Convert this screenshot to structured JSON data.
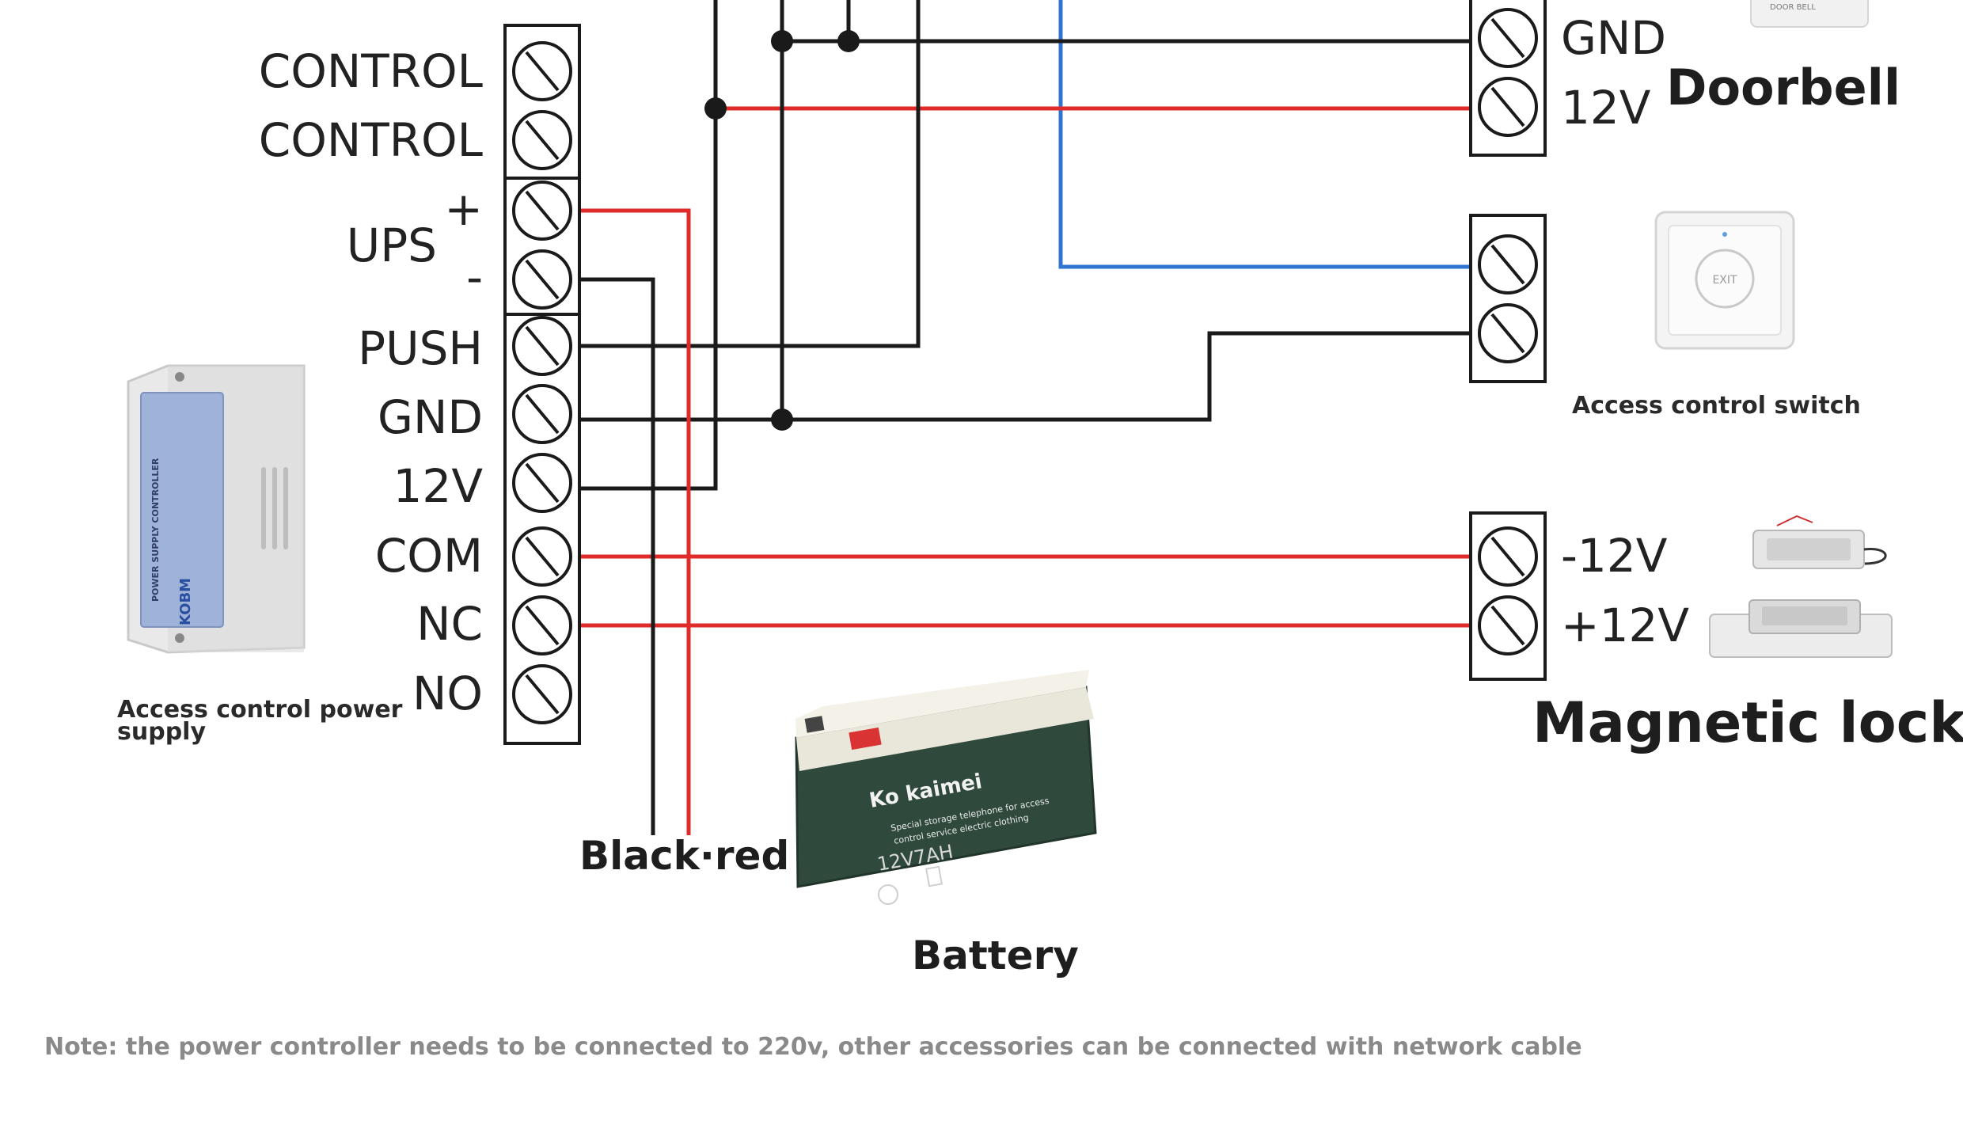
{
  "controller": {
    "terminals": [
      {
        "id": "control1",
        "label": "CONTROL"
      },
      {
        "id": "control2",
        "label": "CONTROL"
      },
      {
        "id": "ups_plus",
        "label": "+"
      },
      {
        "id": "ups_minus",
        "label": "-"
      },
      {
        "id": "push",
        "label": "PUSH"
      },
      {
        "id": "gnd",
        "label": "GND"
      },
      {
        "id": "v12",
        "label": "12V"
      },
      {
        "id": "com",
        "label": "COM"
      },
      {
        "id": "nc",
        "label": "NC"
      },
      {
        "id": "no",
        "label": "NO"
      }
    ],
    "ups_group_label": "UPS",
    "device_caption": "Access control power supply",
    "device_caption_line1": "Access control power",
    "device_caption_line2": "supply",
    "device_print_brand": "KOBM",
    "device_print_title": "POWER SUPPLY CONTROLLER"
  },
  "doorbell": {
    "terminals": [
      {
        "label": "GND"
      },
      {
        "label": "12V"
      }
    ],
    "caption": "Doorbell",
    "device_print": "DOOR BELL"
  },
  "exit_switch": {
    "caption": "Access control switch",
    "device_print": "EXIT"
  },
  "magnetic_lock": {
    "terminals": [
      {
        "label": "-12V"
      },
      {
        "label": "+12V"
      }
    ],
    "caption": "Magnetic lock"
  },
  "battery": {
    "brand": "Ko kaimei",
    "subtitle_line1": "Special storage telephone for access",
    "subtitle_line2": "control service electric clothing",
    "rating": "12V7AH",
    "caption": "Battery",
    "lead_label": "Black·red"
  },
  "note": "Note: the power controller needs to be connected to 220v, other accessories can be connected with network cable",
  "colors": {
    "black_wire": "#1a1a1a",
    "red_wire": "#e02b2b",
    "blue_wire": "#2f74d0",
    "battery_body": "#2f4a3c",
    "battery_cap": "#e9e6da",
    "battery_terminal": "#d93333",
    "label_blue": "#2b4fa0"
  }
}
